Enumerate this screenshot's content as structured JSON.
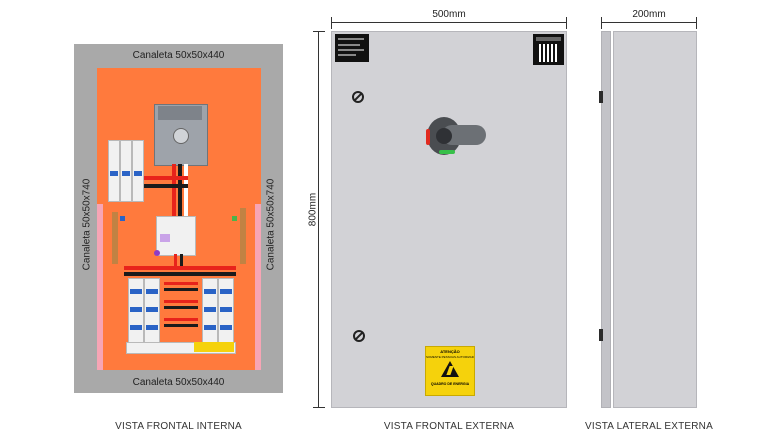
{
  "internal_view": {
    "duct_top": "Canaleta 50x50x440",
    "duct_bottom": "Canaleta 50x50x440",
    "duct_left": "Canaleta 50x50x740",
    "duct_right": "Canaleta 50x50x740",
    "caption": "VISTA FRONTAL INTERNA"
  },
  "front_view": {
    "width_dim": "500mm",
    "height_dim": "800mm",
    "caption": "VISTA FRONTAL EXTERNA",
    "warning_title": "ATENÇÃO",
    "warning_subtitle": "SOMENTE PESSOAS AUTORIZADAS",
    "warning_body": "QUADRO DE ENERGIA"
  },
  "side_view": {
    "depth_dim": "200mm",
    "caption": "VISTA LATERAL EXTERNA"
  },
  "colors": {
    "panel_bg": "#a9a9a9",
    "backplate": "#ff7a3d",
    "enclosure": "#d2d2d6",
    "warning": "#f5d20c"
  }
}
